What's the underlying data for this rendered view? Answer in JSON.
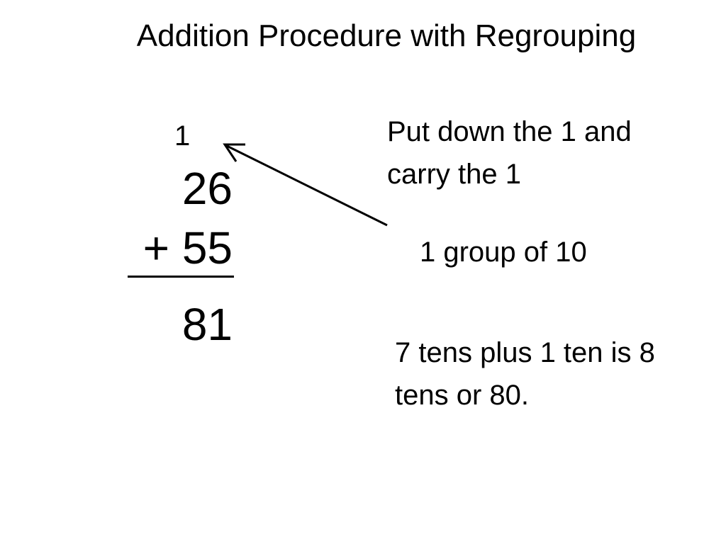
{
  "slide": {
    "title": "Addition Procedure with Regrouping",
    "carry": "1",
    "addend_top": "26",
    "addend_bottom": "+ 55",
    "sum": "81",
    "notes": {
      "carry_instruction": "Put down the 1 and carry the 1",
      "group": "1 group of 10",
      "tens": "7 tens plus 1 ten is 8 tens or 80."
    },
    "colors": {
      "background": "#ffffff",
      "text": "#000000"
    }
  }
}
